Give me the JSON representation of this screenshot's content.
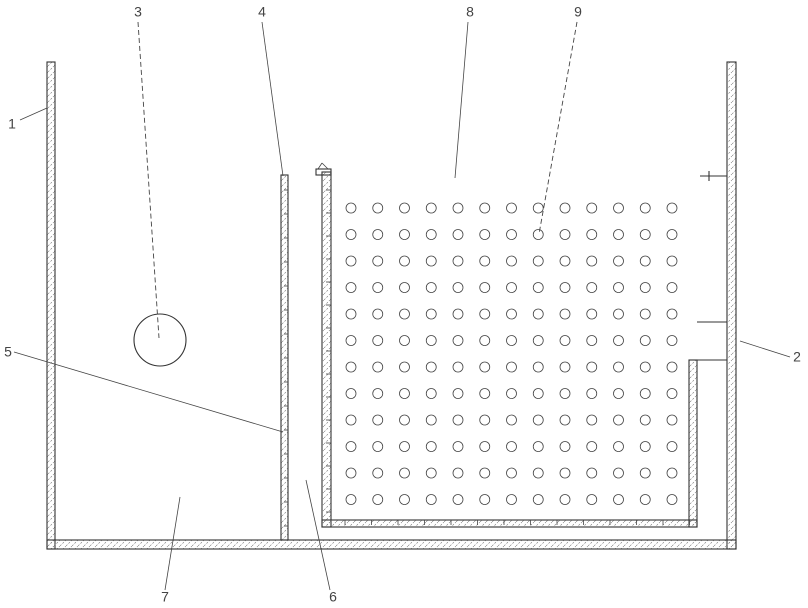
{
  "callouts": [
    "3",
    "4",
    "8",
    "9",
    "1",
    "5",
    "7",
    "6",
    "2"
  ]
}
